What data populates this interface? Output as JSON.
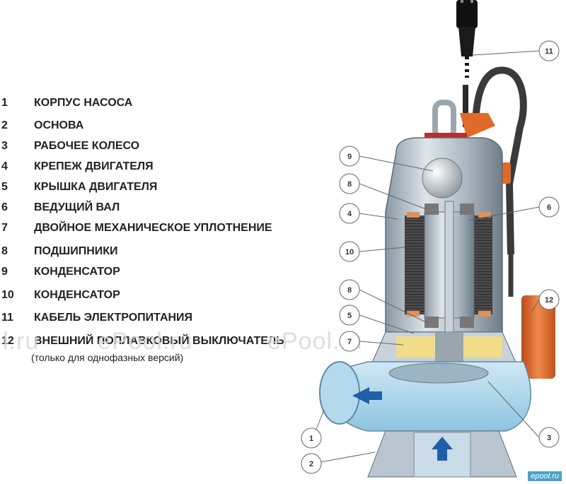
{
  "legend": {
    "items": [
      {
        "num": "1",
        "label": "КОРПУС НАСОСА"
      },
      {
        "num": "2",
        "label": "ОСНОВА"
      },
      {
        "num": "3",
        "label": "РАБОЧЕЕ КОЛЕСО"
      },
      {
        "num": "4",
        "label": "КРЕПЕЖ ДВИГАТЕЛЯ"
      },
      {
        "num": "5",
        "label": "КРЫШКА ДВИГАТЕЛЯ"
      },
      {
        "num": "6",
        "label": "ВЕДУЩИЙ ВАЛ"
      },
      {
        "num": "7",
        "label": "ДВОЙНОЕ МЕХАНИЧЕСКОЕ УПЛОТНЕНИЕ"
      },
      {
        "num": "8",
        "label": "ПОДШИПНИКИ"
      },
      {
        "num": "9",
        "label": "КОНДЕНСАТОР"
      },
      {
        "num": "10",
        "label": "КОНДЕНСАТОР"
      },
      {
        "num": "11",
        "label": "КАБЕЛЬ ЭЛЕКТРОПИТАНИЯ"
      },
      {
        "num": "12",
        "label": "ВНЕШНИЙ ПОПЛАВКОВЫЙ ВЫКЛЮЧАТЕЛЬ"
      }
    ],
    "note": "(только для однофазных версий)"
  },
  "callouts": [
    "11",
    "9",
    "8",
    "6",
    "4",
    "10",
    "12",
    "8",
    "5",
    "7",
    "1",
    "3",
    "2"
  ],
  "watermark": {
    "left": "l.ru",
    "center": "ePool.ru",
    "right": "ePool.ru"
  },
  "brand": "epool.ru",
  "colors": {
    "water": "#a9d4ea",
    "housing": "#b9c6cf",
    "float": "#e06a2a",
    "arrow": "#1f5fa8",
    "winding": "#3a3a3a",
    "oil": "#f1dc8a"
  }
}
